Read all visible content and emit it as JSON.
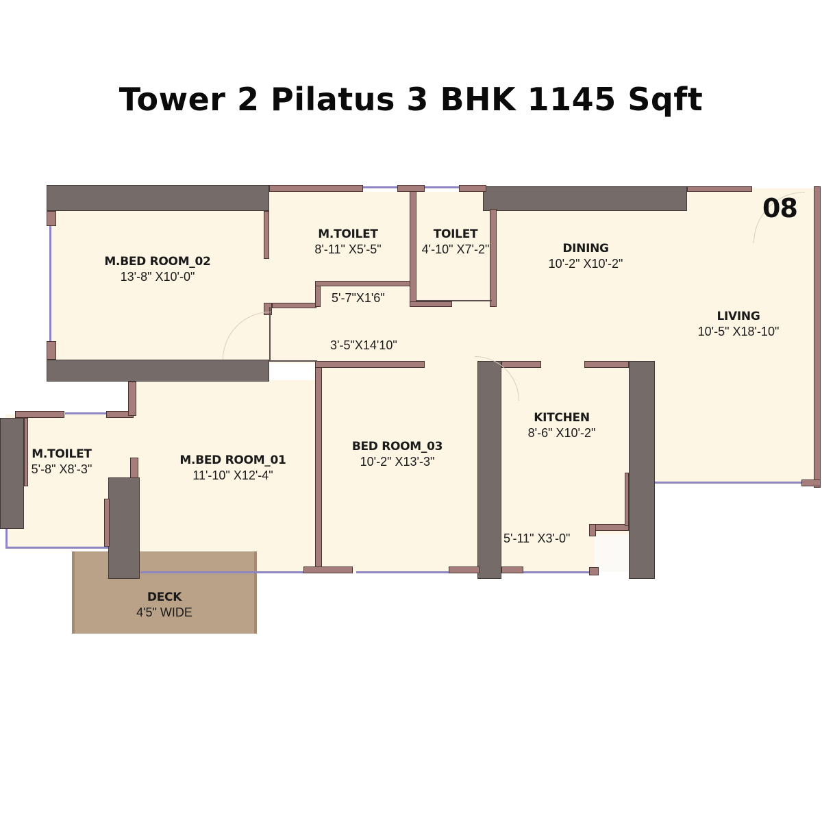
{
  "title": "Tower 2 Pilatus 3 BHK 1145 Sqft",
  "unit_number": "08",
  "colors": {
    "floor": "#fdf6e4",
    "wall_dark": "#756b69",
    "wall_partition": "#a57d7b",
    "window": "#8d86c2",
    "deck": "#b9a287",
    "background": "#ffffff"
  },
  "rooms": {
    "mbed02": {
      "name": "M.BED ROOM_02",
      "dim": "13'-8\" X10'-0\""
    },
    "mtoilet_top": {
      "name": "M.TOILET",
      "dim": "8'-11\" X5'-5\""
    },
    "toilet": {
      "name": "TOILET",
      "dim": "4'-10\" X7'-2\""
    },
    "dining": {
      "name": "DINING",
      "dim": "10'-2\" X10'-2\""
    },
    "living": {
      "name": "LIVING",
      "dim": "10'-5\" X18'-10\""
    },
    "passage_small": {
      "dim": "5'-7\"X1'6\""
    },
    "passage": {
      "dim": "3'-5\"X14'10\""
    },
    "mtoilet_left": {
      "name": "M.TOILET",
      "dim": "5'-8\" X8'-3\""
    },
    "mbed01": {
      "name": "M.BED ROOM_01",
      "dim": "11'-10\" X12'-4\""
    },
    "bed03": {
      "name": "BED ROOM_03",
      "dim": "10'-2\" X13'-3\""
    },
    "kitchen": {
      "name": "KITCHEN",
      "dim": "8'-6\" X10'-2\""
    },
    "utility": {
      "dim": "5'-11\" X3'-0\""
    },
    "deck": {
      "name": "DECK",
      "dim": "4'5\" WIDE"
    }
  }
}
